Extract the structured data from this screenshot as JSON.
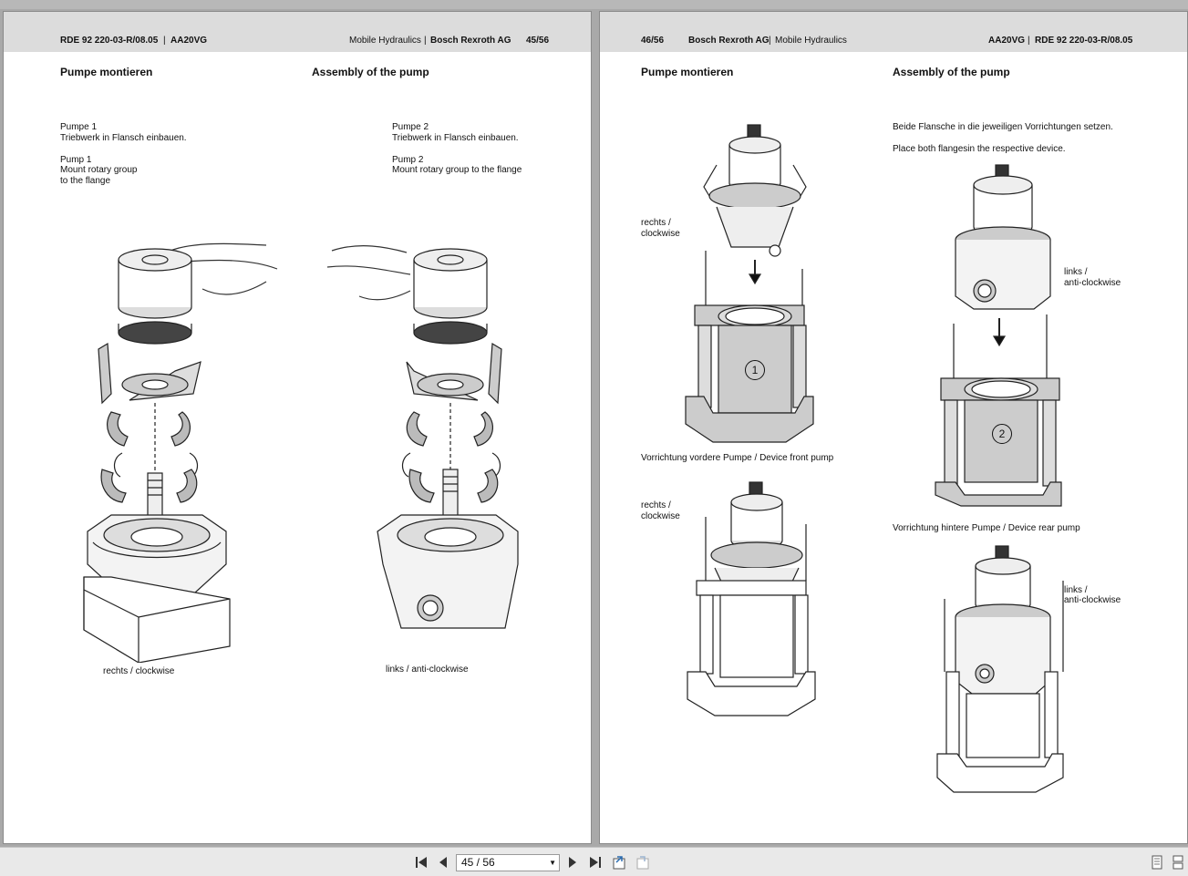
{
  "viewer": {
    "page_indicator": "45 / 56",
    "icons": [
      "first-page-icon",
      "previous-page-icon",
      "next-page-icon",
      "last-page-icon",
      "back-icon",
      "forward-icon",
      "single-page-view-icon",
      "two-page-view-icon"
    ]
  },
  "left_page": {
    "header": {
      "doc_id": "RDE 92 220-03-R/08.05",
      "sep": "|",
      "model": "AA20VG",
      "division": "Mobile Hydraulics",
      "company": "Bosch Rexroth AG",
      "page": "45/56"
    },
    "title_de": "Pumpe montieren",
    "title_en": "Assembly of the pump",
    "pump1": {
      "de_title": "Pumpe 1",
      "de_text": "Triebwerk in Flansch einbauen.",
      "en_title": "Pump 1",
      "en_text1": "Mount rotary group",
      "en_text2": "to the flange"
    },
    "pump2": {
      "de_title": "Pumpe 2",
      "de_text": "Triebwerk in Flansch einbauen.",
      "en_title": "Pump 2",
      "en_text": "Mount rotary group to the flange"
    },
    "caption_left": "rechts / clockwise",
    "caption_right": "links / anti-clockwise"
  },
  "right_page": {
    "header": {
      "page": "46/56",
      "company": "Bosch Rexroth AG",
      "sep": "|",
      "division": "Mobile Hydraulics",
      "model": "AA20VG",
      "doc_id": "RDE 92 220-03-R/08.05"
    },
    "title_de": "Pumpe montieren",
    "title_en": "Assembly of the pump",
    "instruction_de": "Beide Flansche in die jeweiligen Vorrichtungen setzen.",
    "instruction_en": "Place both flangesin the respective device.",
    "label_rechts_1a": "rechts /",
    "label_rechts_1b": "clockwise",
    "label_rechts_2a": "rechts /",
    "label_rechts_2b": "clockwise",
    "label_links_1a": "links /",
    "label_links_1b": "anti-clockwise",
    "label_links_2a": "links /",
    "label_links_2b": "anti-clockwise",
    "caption_front": "Vorrichtung vordere Pumpe  /  Device front pump",
    "caption_rear": "Vorrichtung hintere Pumpe  /  Device rear pump",
    "marker_1": "1",
    "marker_2": "2"
  }
}
